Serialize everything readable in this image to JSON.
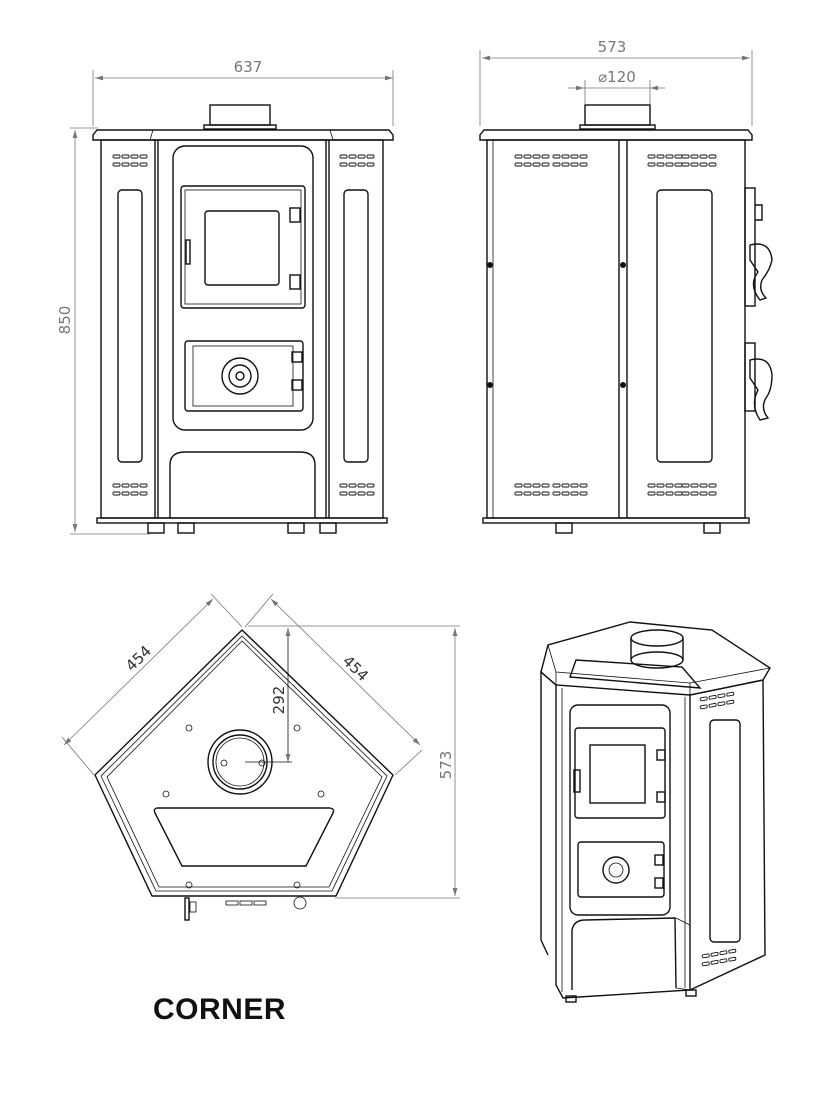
{
  "front_view": {
    "width_dim": "637",
    "height_dim": "850"
  },
  "side_view": {
    "depth_dim": "573",
    "flue_dim": "⌀120"
  },
  "top_view": {
    "side_dim_left": "454",
    "side_dim_right": "454",
    "flue_offset_dim": "292",
    "depth_dim": "573"
  },
  "caption": "CORNER",
  "colors": {
    "line": "#111111",
    "dimension": "#777777",
    "background": "#ffffff"
  }
}
